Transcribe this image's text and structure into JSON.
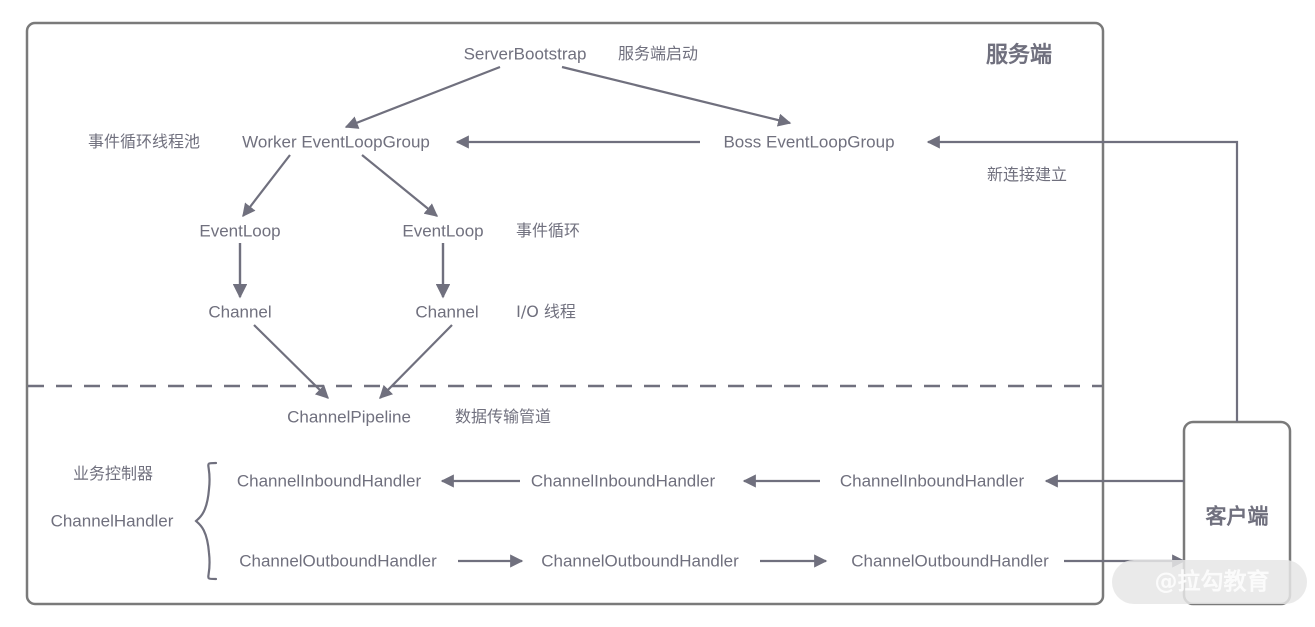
{
  "diagram": {
    "title_server": "服务端",
    "title_client": "客户端",
    "watermark": "@拉勾教育",
    "nodes": {
      "server_bootstrap": "ServerBootstrap",
      "server_bootstrap_note": "服务端启动",
      "event_loop_pool_note": "事件循环线程池",
      "worker_group": "Worker EventLoopGroup",
      "boss_group": "Boss EventLoopGroup",
      "new_connection_note": "新连接建立",
      "event_loop_left": "EventLoop",
      "event_loop_right": "EventLoop",
      "event_loop_note": "事件循环",
      "channel_left": "Channel",
      "channel_right": "Channel",
      "channel_note": "I/O 线程",
      "channel_pipeline": "ChannelPipeline",
      "channel_pipeline_note": "数据传输管道",
      "business_controller_note": "业务控制器",
      "channel_handler": "ChannelHandler",
      "inbound_1": "ChannelInboundHandler",
      "inbound_2": "ChannelInboundHandler",
      "inbound_3": "ChannelInboundHandler",
      "outbound_1": "ChannelOutboundHandler",
      "outbound_2": "ChannelOutboundHandler",
      "outbound_3": "ChannelOutboundHandler"
    },
    "colors": {
      "stroke": "#70707e",
      "text": "#70707e",
      "box_border": "#7a7a7a",
      "background": "#ffffff",
      "watermark_pill": "#e6e6e6"
    }
  }
}
